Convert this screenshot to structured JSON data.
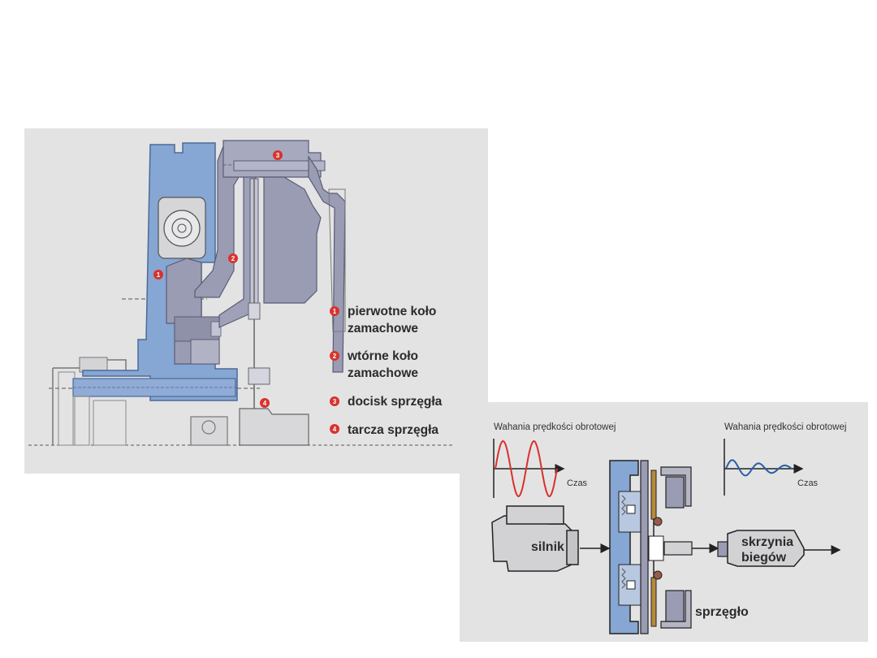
{
  "colors": {
    "panel_bg": "#e3e3e4",
    "flywheel_blue": "#86a6d3",
    "secondary_gray": "#9a9cb4",
    "marker_red": "#d8332c",
    "wave_red": "#d9302a",
    "wave_blue": "#2a5fa6"
  },
  "top_diagram": {
    "markers": [
      "1",
      "2",
      "3",
      "4"
    ],
    "legend": [
      {
        "number": "1",
        "line1": "pierwotne koło",
        "line2": "zamachowe"
      },
      {
        "number": "2",
        "line1": "wtórne koło",
        "line2": "zamachowe"
      },
      {
        "number": "3",
        "line1": "docisk sprzęgła",
        "line2": ""
      },
      {
        "number": "4",
        "line1": "tarcza sprzęgła",
        "line2": ""
      }
    ]
  },
  "bottom_diagram": {
    "left_wave_caption": "Wahania prędkości obrotowej",
    "right_wave_caption": "Wahania prędkości obrotowej",
    "left_time_label": "Czas",
    "right_time_label": "Czas",
    "engine_label": "silnik",
    "gearbox_label_line1": "skrzynia",
    "gearbox_label_line2": "biegów",
    "clutch_label": "sprzęgło"
  }
}
